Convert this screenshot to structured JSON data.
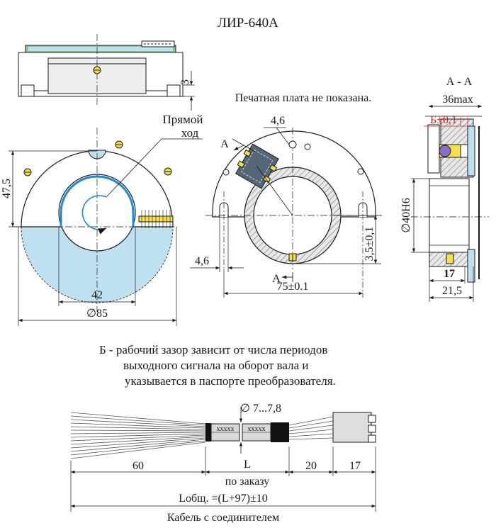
{
  "title": "ЛИР-640А",
  "pcb_note": "Печатная плата не показана.",
  "front_view": {
    "direction_label_line1": "Прямой",
    "direction_label_line2": "ход",
    "dim_height": "47,5",
    "dim_bore": "42",
    "dim_outer": "∅85"
  },
  "side_view": {
    "dim_thickness": "3"
  },
  "section_view": {
    "dim_hole": "4,6",
    "dim_slot": "4,6",
    "dim_pitch": "75±0.1",
    "dim_offset": "3,5±0,1",
    "section_mark": "А"
  },
  "section_aa": {
    "title": "А - А",
    "dim_max": "36max",
    "dim_gap": "Б±0,1",
    "dim_bore": "∅40Н6",
    "dim_17": "17",
    "dim_215": "21,5"
  },
  "gap_note": [
    "Б - рабочий зазор зависит от числа периодов",
    "выходного сигнала на оборот вала и",
    "указывается в паспорте преобразователя."
  ],
  "cable": {
    "dim_diameter": "∅ 7...7,8",
    "marking": "ххххх",
    "dim_60": "60",
    "dim_L": "L",
    "dim_20": "20",
    "dim_17": "17",
    "on_order": "по заказу",
    "total_length": "Lобщ. =(L+97)±10",
    "caption": "Кабель с соединителем"
  },
  "colors": {
    "line": "#1a1a1a",
    "fill_blue": "#bfe0f0",
    "scale_yellow": "#f4e04a",
    "gap_red": "#e01b1b",
    "pcb_green": "#8cc79a",
    "arrow_blue": "#1e8bd0"
  }
}
